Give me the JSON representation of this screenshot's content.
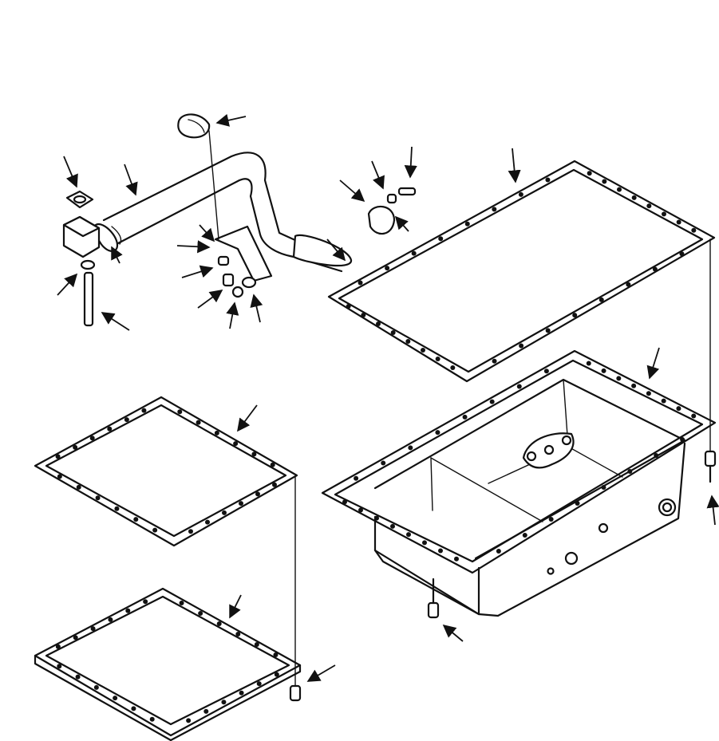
{
  "diagram": {
    "kind": "exploded parts view",
    "colors": {
      "line": "#111111",
      "background": "#ffffff"
    },
    "parts": [
      "upper-gasket",
      "oil-pan",
      "pan-bolt",
      "suction-tube",
      "tube-bracket",
      "flange-bracket",
      "hose-clamp-top",
      "hose-clamp-right",
      "cover-gasket",
      "pan-cover",
      "cover-bolt",
      "leader-lines",
      "callout-arrows"
    ],
    "callout_arrow_count": 24
  }
}
